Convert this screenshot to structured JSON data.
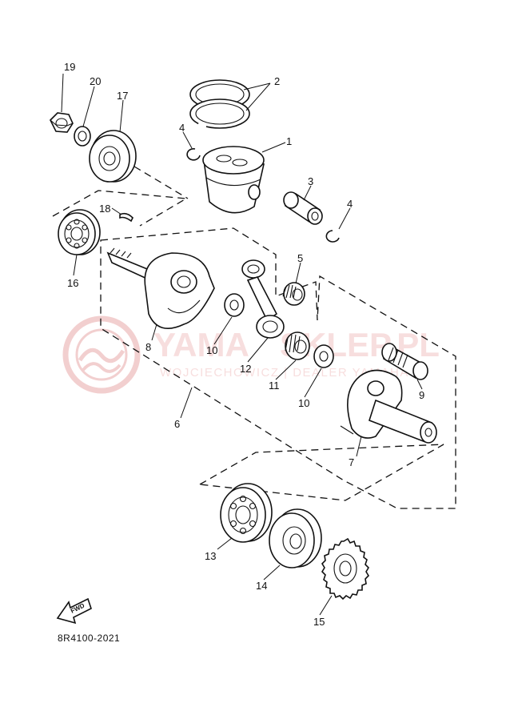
{
  "watermark": {
    "brand": "YAMA",
    "brand_suffix": "SKLEP.PL",
    "tagline": "WOJCIECHOWICZ | DEALER YAMAHA",
    "color": "#e9a9a9"
  },
  "parts": [
    {
      "id": "p1",
      "label": "1"
    },
    {
      "id": "p2",
      "label": "2"
    },
    {
      "id": "p3",
      "label": "3"
    },
    {
      "id": "p4a",
      "label": "4"
    },
    {
      "id": "p4b",
      "label": "4"
    },
    {
      "id": "p5",
      "label": "5"
    },
    {
      "id": "p6",
      "label": "6"
    },
    {
      "id": "p7",
      "label": "7"
    },
    {
      "id": "p8",
      "label": "8"
    },
    {
      "id": "p9",
      "label": "9"
    },
    {
      "id": "p10a",
      "label": "10"
    },
    {
      "id": "p10b",
      "label": "10"
    },
    {
      "id": "p11",
      "label": "11"
    },
    {
      "id": "p12",
      "label": "12"
    },
    {
      "id": "p13",
      "label": "13"
    },
    {
      "id": "p14",
      "label": "14"
    },
    {
      "id": "p15",
      "label": "15"
    },
    {
      "id": "p16",
      "label": "16"
    },
    {
      "id": "p17",
      "label": "17"
    },
    {
      "id": "p18",
      "label": "18"
    },
    {
      "id": "p19",
      "label": "19"
    },
    {
      "id": "p20",
      "label": "20"
    }
  ],
  "fwd_label": "FWD",
  "catalog_code": "8R4100-2021"
}
